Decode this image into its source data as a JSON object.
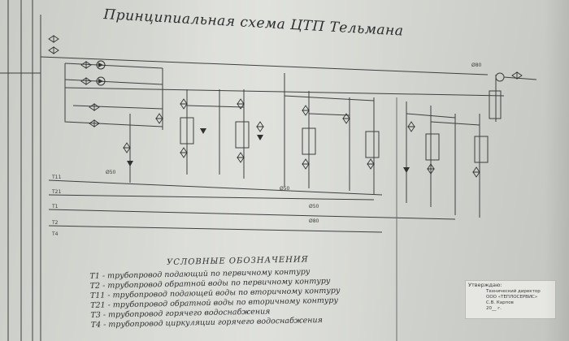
{
  "title": "Принципиальная схема ЦТП Тельмана",
  "legend": {
    "heading": "УСЛОВНЫЕ ОБОЗНАЧЕНИЯ",
    "items": [
      "Т1 - трубопровод подающий по первичному контуру",
      "Т2 - трубопровод обратной воды по первичному контуру",
      "Т11 - трубопровод подающей воды по вторичному контуру",
      "Т21 - трубопровод обратной воды по вторичному контуру",
      "Т3 - трубопровод горячего водоснабжения",
      "Т4 - трубопровод циркуляции горячего водоснабжения"
    ]
  },
  "stamp": {
    "title": "Утверждаю:",
    "lines": [
      "Технический директор",
      "ООО «ТЕПЛОСЕРВИС»",
      "С.В. Карпов",
      "20__ г."
    ]
  },
  "pipe_labels": [
    "Т11",
    "Т21",
    "Т1",
    "Т2",
    "Т4"
  ],
  "diameter_labels": [
    "Ø50",
    "Ø50",
    "Ø50",
    "Ø80",
    "Ø80"
  ],
  "colors": {
    "line": "#3d403e",
    "paper": "#d6d8d3"
  }
}
